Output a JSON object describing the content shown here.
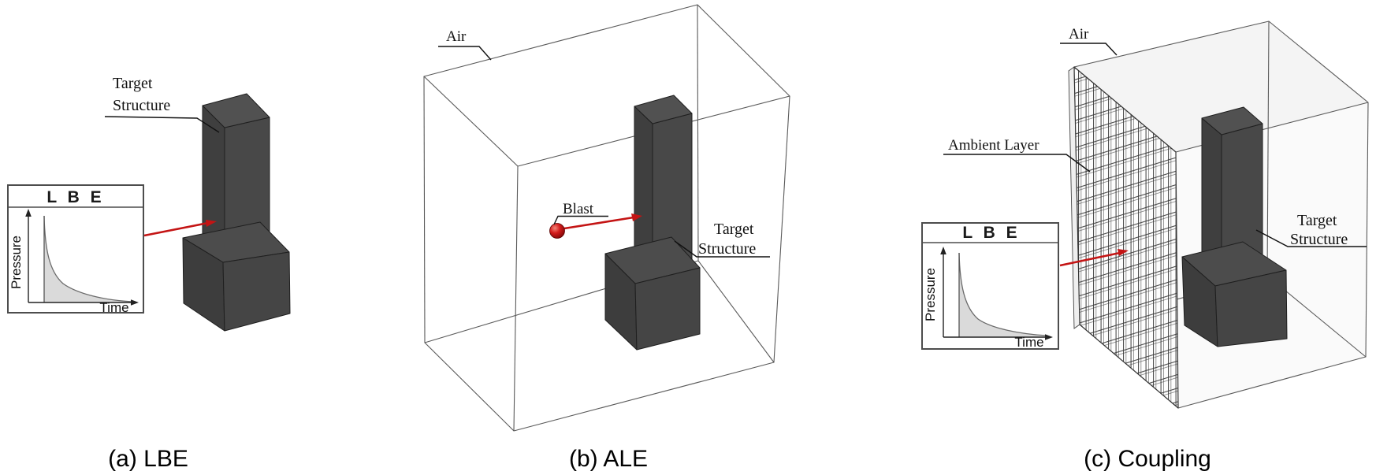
{
  "panels": [
    {
      "id": "a",
      "caption": "(a) LBE",
      "labels": {
        "target_line1": "Target",
        "target_line2": "Structure"
      },
      "inset": {
        "title": "L B E",
        "ylabel": "Pressure",
        "xlabel": "Time",
        "curve": "exponential pressure decay with shaded impulse area"
      }
    },
    {
      "id": "b",
      "caption": "(b) ALE",
      "labels": {
        "air": "Air",
        "blast": "Blast",
        "target_line1": "Target",
        "target_line2": "Structure"
      }
    },
    {
      "id": "c",
      "caption": "(c) Coupling",
      "labels": {
        "air": "Air",
        "ambient_layer": "Ambient Layer",
        "target_line1": "Target",
        "target_line2": "Structure"
      },
      "inset": {
        "title": "L B E",
        "ylabel": "Pressure",
        "xlabel": "Time",
        "curve": "exponential pressure decay with shaded impulse area"
      }
    }
  ],
  "colors": {
    "accent_red": "#c41414",
    "blast_sphere": "#c42020",
    "structure_front": "#3f3f3f",
    "structure_side": "#484848",
    "structure_top": "#515151",
    "wireframe": "#5a5a5a",
    "leader_line": "#111111",
    "inset_curve_fill": "#dadada",
    "air_face_tint": "#f4f4f4",
    "background": "#ffffff"
  }
}
